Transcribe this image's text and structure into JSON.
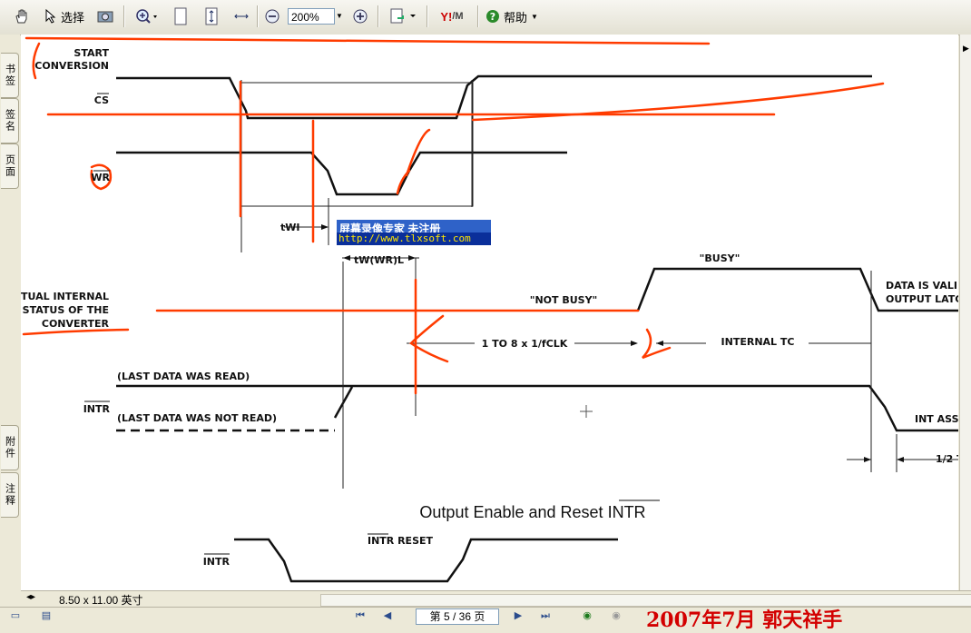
{
  "toolbar": {
    "hand_tool": "hand-tool",
    "select_label": "选择",
    "zoom_value": "200%",
    "help_label": "帮助",
    "yahoo_label": "Y!"
  },
  "left_tabs": [
    "书签",
    "签名",
    "页面",
    "附件",
    "注释"
  ],
  "diagram": {
    "start_conversion_1": "START",
    "start_conversion_2": "CONVERSION",
    "cs_label": "CS",
    "wr_label": "WR",
    "twi_label": "tWI",
    "twwrl_label": "tW(WR)L",
    "status_1": "TUAL INTERNAL",
    "status_2": "STATUS OF THE",
    "status_3": "CONVERTER",
    "not_busy": "\"NOT BUSY\"",
    "busy": "\"BUSY\"",
    "data_valid_1": "DATA IS VALI",
    "data_valid_2": "OUTPUT LATC",
    "clk_label": "1 TO 8 x 1/fCLK",
    "internal_tc": "INTERNAL TC",
    "last_read": "(LAST DATA WAS READ)",
    "intr_label": "INTR",
    "last_not_read": "(LAST DATA WAS NOT READ)",
    "int_asse": "INT ASSE",
    "half_t": "1/2 T",
    "section_title": "Output Enable and Reset INTR",
    "intr_reset": "INTR RESET",
    "intr_label_2": "INTR"
  },
  "watermark": {
    "line1": "屏幕录像专家      未注册",
    "line2": "http://www.tlxsoft.com"
  },
  "status": {
    "page_size": "8.50 x 11.00 英寸"
  },
  "nav": {
    "page_indicator": "第 5 / 36 页",
    "banner": "2007年7月  郭天祥手"
  },
  "colors": {
    "annotation": "#ff3b00",
    "watermark_bg": "#2f62c8"
  }
}
